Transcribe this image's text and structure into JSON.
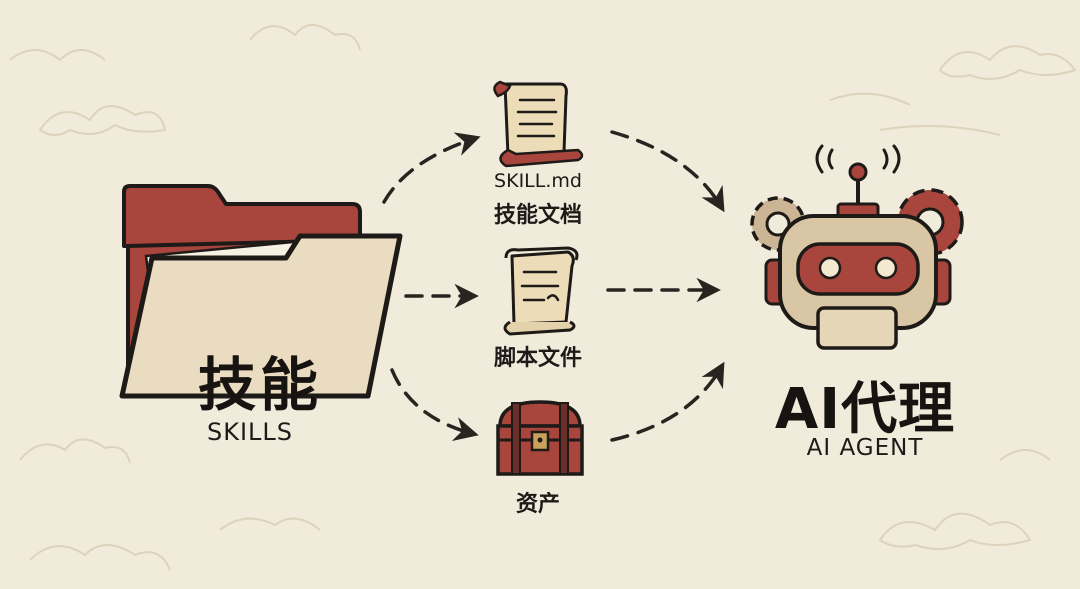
{
  "folder": {
    "label_zh": "技能",
    "label_en": "SKILLS"
  },
  "items": [
    {
      "line1": "SKILL.md",
      "line2": "技能文档",
      "icon": "scroll-doc-icon"
    },
    {
      "line2": "脚本文件",
      "icon": "scroll-script-icon"
    },
    {
      "line2": "资产",
      "icon": "treasure-chest-icon"
    }
  ],
  "agent": {
    "label_zh": "AI代理",
    "label_en": "AI AGENT",
    "icon": "robot-icon"
  },
  "colors": {
    "background": "#f1ebdc",
    "accent_red": "#a8463e",
    "parchment": "#efe3c6",
    "ink": "#1e1a17"
  }
}
